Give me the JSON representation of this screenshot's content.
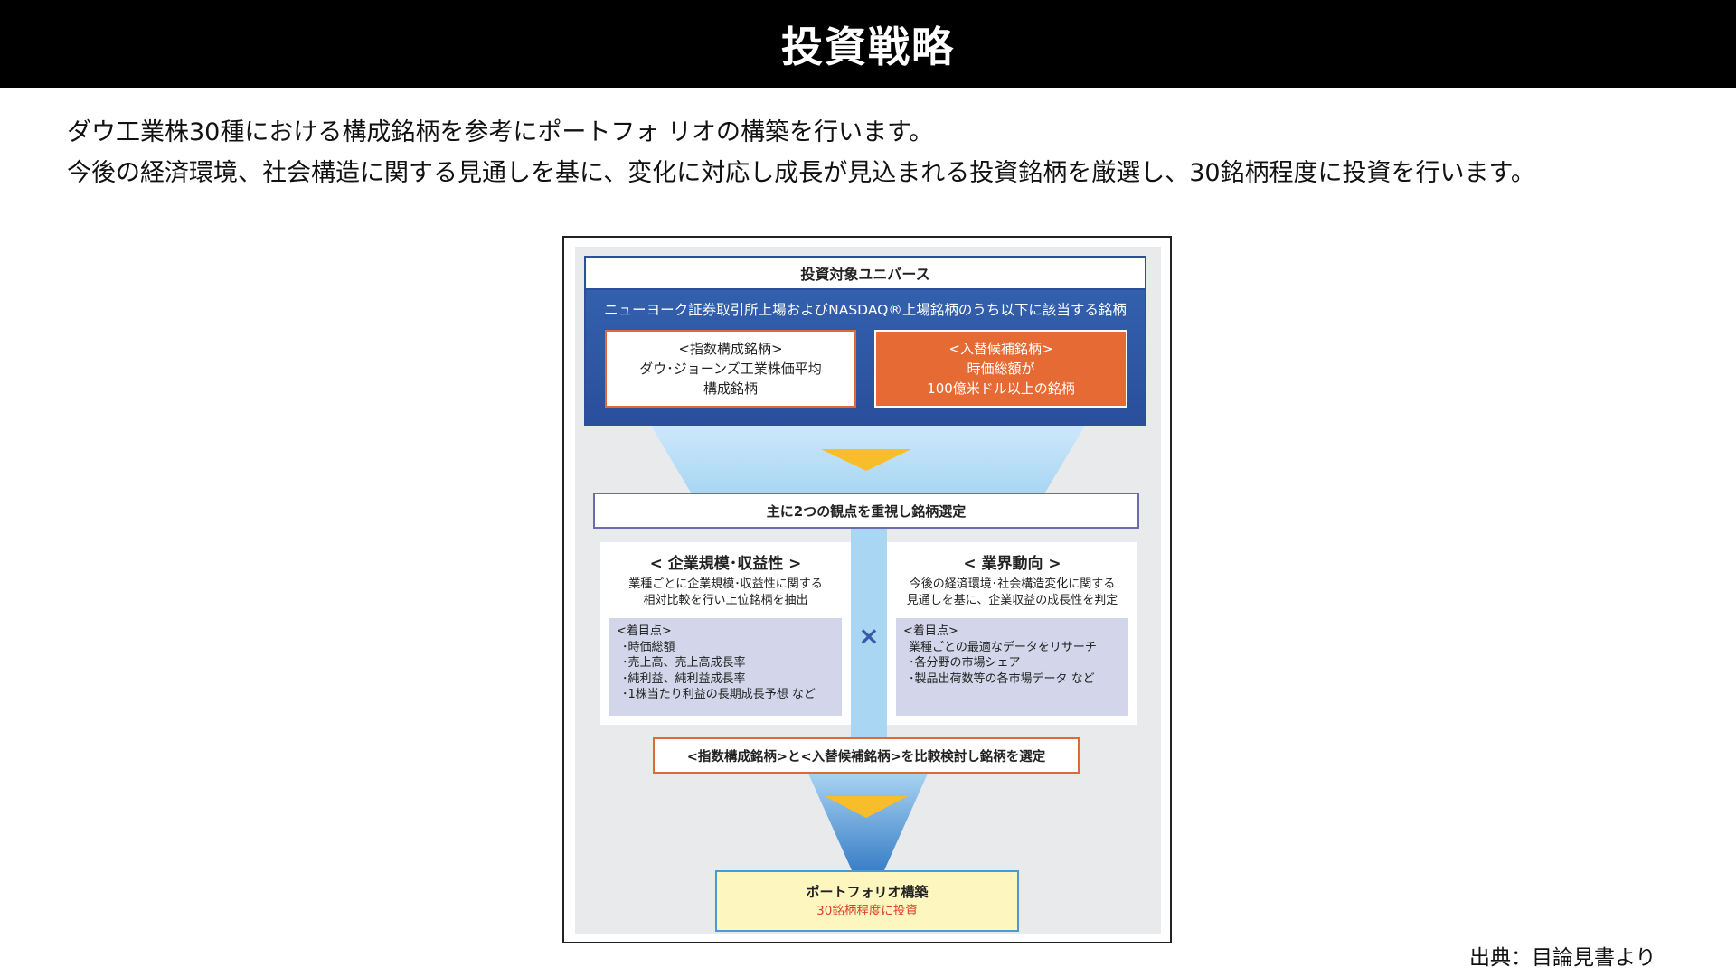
{
  "header": {
    "title": "投資戦略"
  },
  "intro": {
    "line1": "ダウ工業株30種における構成銘柄を参考にポートフォ リオの構築を行います。",
    "line2": "今後の経済環境、社会構造に関する見通しを基に、変化に対応し成長が見込まれる投資銘柄を厳選し、30銘柄程度に投資を行います。"
  },
  "diagram": {
    "universe": {
      "title": "投資対象ユニバース",
      "description": "ニューヨーク証券取引所上場およびNASDAQ®上場銘柄のうち以下に該当する銘柄",
      "index_box": {
        "line1": "<指数構成銘柄>",
        "line2": "ダウ･ジョーンズ工業株価平均",
        "line3": "構成銘柄"
      },
      "replace_box": {
        "line1": "<入替候補銘柄>",
        "line2": "時価総額が",
        "line3": "100億米ドル以上の銘柄"
      }
    },
    "selection_title": "主に2つの観点を重視し銘柄選定",
    "left_panel": {
      "title": "< 企業規模･収益性 >",
      "desc1": "業種ごとに企業規模･収益性に関する",
      "desc2": "相対比較を行い上位銘柄を抽出",
      "focus_label": "<着目点>",
      "items": [
        "･時価総額",
        "･売上高、売上高成長率",
        "･純利益、純利益成長率",
        "･1株当たり利益の長期成長予想 など"
      ]
    },
    "cross": "×",
    "right_panel": {
      "title": "< 業界動向 >",
      "desc1": "今後の経済環境･社会構造変化に関する",
      "desc2": "見通しを基に、企業収益の成長性を判定",
      "focus_label": "<着目点>",
      "items": [
        "業種ごとの最適なデータをリサーチ",
        "･各分野の市場シェア",
        "･製品出荷数等の各市場データ など"
      ]
    },
    "compare": "<指数構成銘柄>と<入替候補銘柄>を比較検討し銘柄を選定",
    "portfolio": {
      "title": "ポートフォリオ構築",
      "subtitle": "30銘柄程度に投資"
    },
    "colors": {
      "blue": "#2a4f9c",
      "orange": "#e56a34",
      "funnel_light": "#bfe0f7",
      "funnel_dark": "#3f85cc",
      "arrow": "#f7bd2a",
      "panel_focus": "#d3d6ea"
    }
  },
  "source": "出典：目論見書より"
}
